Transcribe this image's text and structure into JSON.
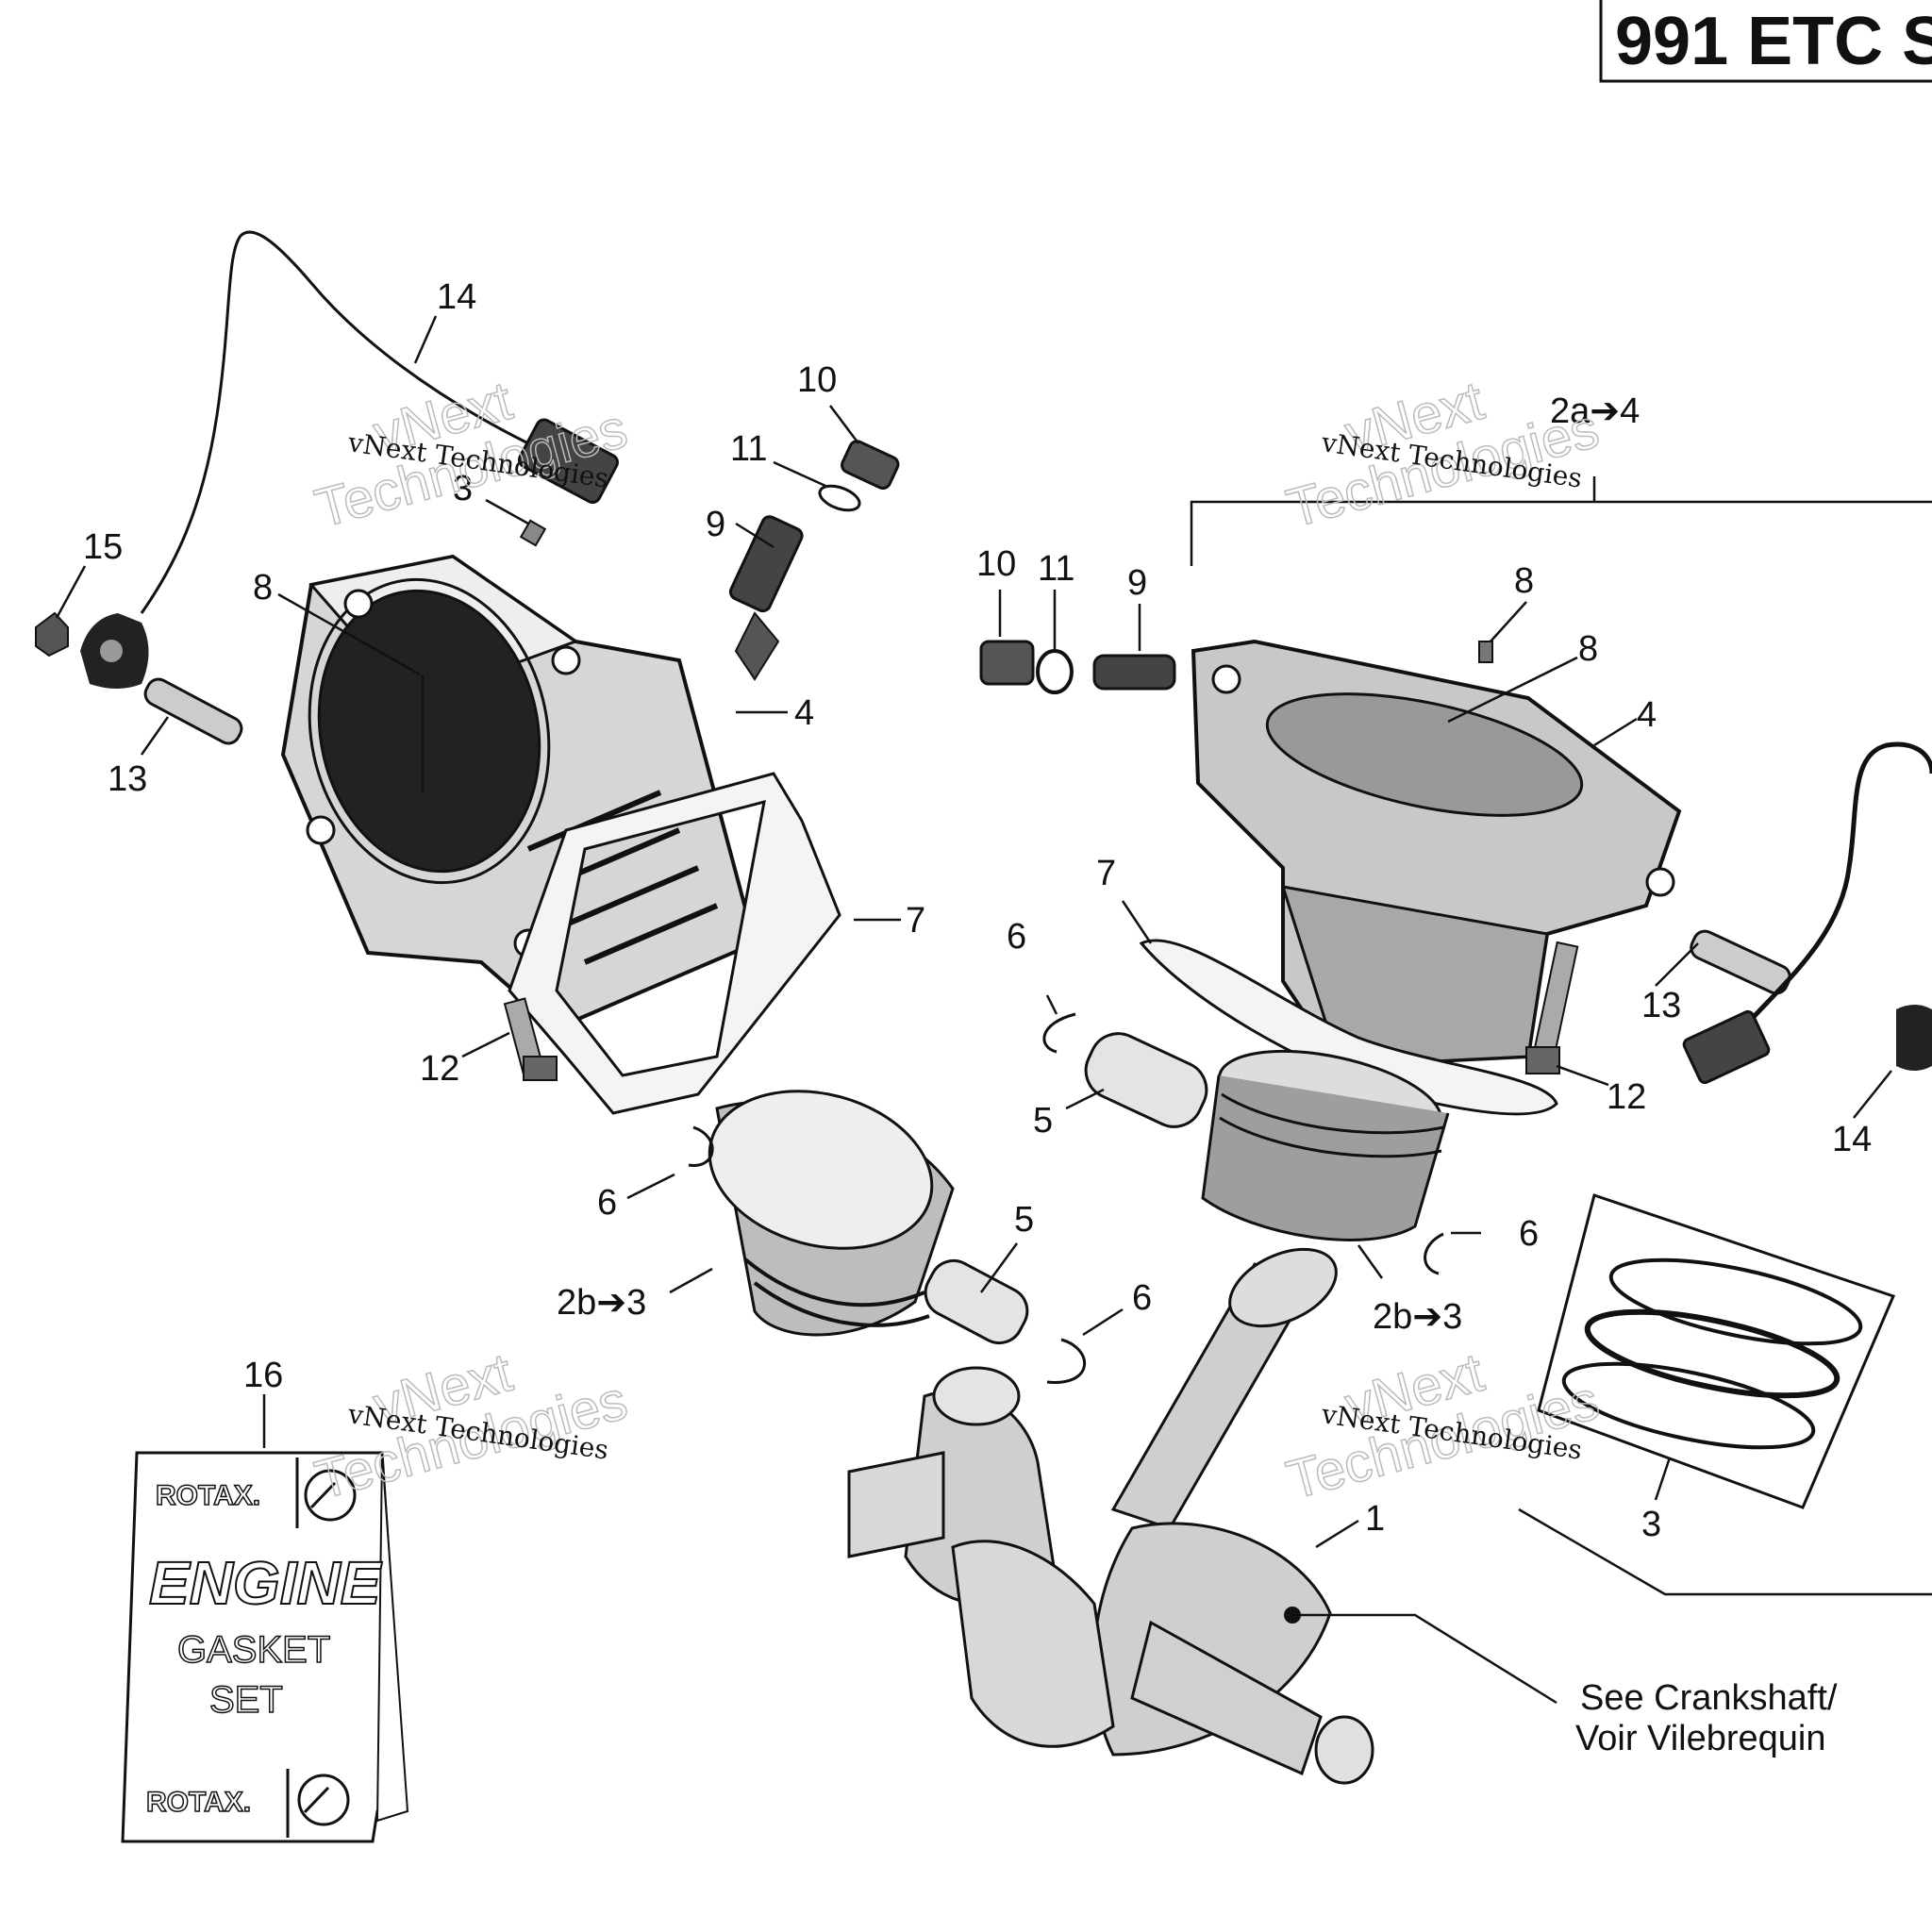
{
  "title": "991 ETC S",
  "watermark": {
    "text": "vNext Technologies",
    "ghost_line1": "vNext",
    "ghost_line2": "Technologies"
  },
  "callouts": {
    "c14_left": "14",
    "c3_left": "3",
    "c15": "15",
    "c8_left": "8",
    "c13_left": "13",
    "c10_left": "10",
    "c11_left": "11",
    "c9_left": "9",
    "c4_left": "4",
    "c7_left": "7",
    "c12_left": "12",
    "c6_left_a": "6",
    "c2b3_left": "2b➔3",
    "c5_left": "5",
    "c6_left_b": "6",
    "c16": "16",
    "c2a4": "2a➔4",
    "c10_right": "10",
    "c11_right": "11",
    "c9_right": "9",
    "c8_right_a": "8",
    "c8_right_b": "8",
    "c4_right": "4",
    "c7_right": "7",
    "c6_right_a": "6",
    "c5_right": "5",
    "c13_right": "13",
    "c12_right": "12",
    "c14_right": "14",
    "c6_right_b": "6",
    "c2b3_right": "2b➔3",
    "c3_right": "3",
    "c1": "1"
  },
  "note": {
    "line1": "See Crankshaft/",
    "line2": "Voir Vilebrequin"
  },
  "gasket_kit": {
    "brand": "ROTAX.",
    "line1": "ENGINE",
    "line2": "GASKET",
    "line3": "SET"
  }
}
